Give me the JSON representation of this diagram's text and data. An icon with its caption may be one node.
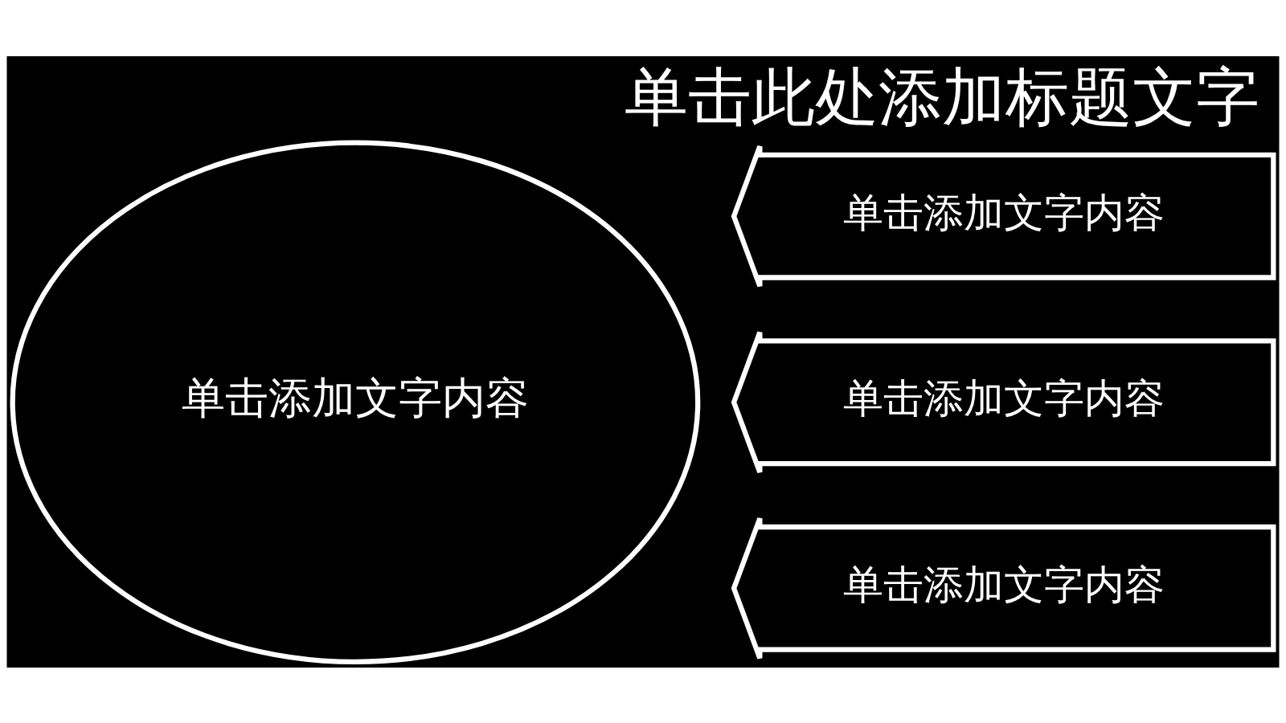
{
  "diagram": {
    "title": "单击此处添加标题文字",
    "nodes": [
      {
        "text": [
          "单击添加文字内容"
        ]
      },
      {
        "text": [
          "单击添加文字内容"
        ]
      },
      {
        "text": [
          "单击添加文字内容"
        ]
      },
      {
        "text": [
          "单击添加文字内容"
        ]
      }
    ]
  }
}
